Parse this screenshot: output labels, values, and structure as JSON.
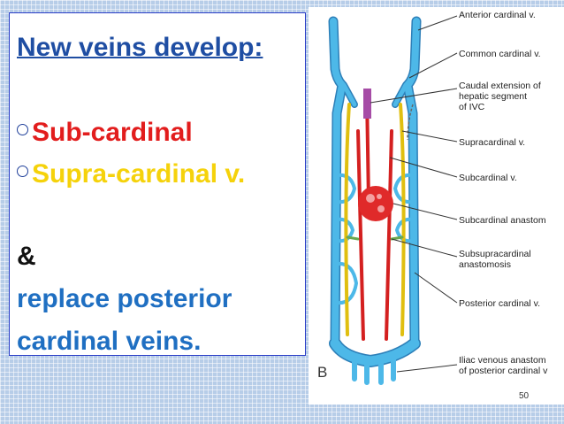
{
  "slide": {
    "heading": "New veins develop:",
    "bullet_1": "Sub-cardinal",
    "bullet_2": "Supra-cardinal v.",
    "ampersand": "&",
    "replace_line_1": "replace posterior",
    "replace_line_2": "cardinal veins.",
    "colors": {
      "heading": "#1f4ea3",
      "sub_cardinal": "#e21d1d",
      "supra_cardinal": "#f5d20b",
      "replace_text": "#1f6fc2",
      "posterior_cardinal_vein": "#4db8e8",
      "subcardinal_vein": "#d42020",
      "supracardinal_vein": "#f2d21b"
    }
  },
  "figure": {
    "labels": {
      "anterior_cardinal": "Anterior cardinal v.",
      "common_cardinal": "Common cardinal v.",
      "caudal_1": "Caudal extension of",
      "caudal_2": "hepatic segment",
      "caudal_3": "of IVC",
      "supracardinal": "Supracardinal v.",
      "subcardinal": "Subcardinal v.",
      "subcardinal_anast": "Subcardinal anastom",
      "subsupra_1": "Subsupracardinal",
      "subsupra_2": "anastomosis",
      "posterior_cardinal": "Posterior cardinal v.",
      "iliac_1": "Iliac venous anastom",
      "iliac_2": "of posterior cardinal v"
    },
    "letter": "B",
    "page_number": "50"
  }
}
